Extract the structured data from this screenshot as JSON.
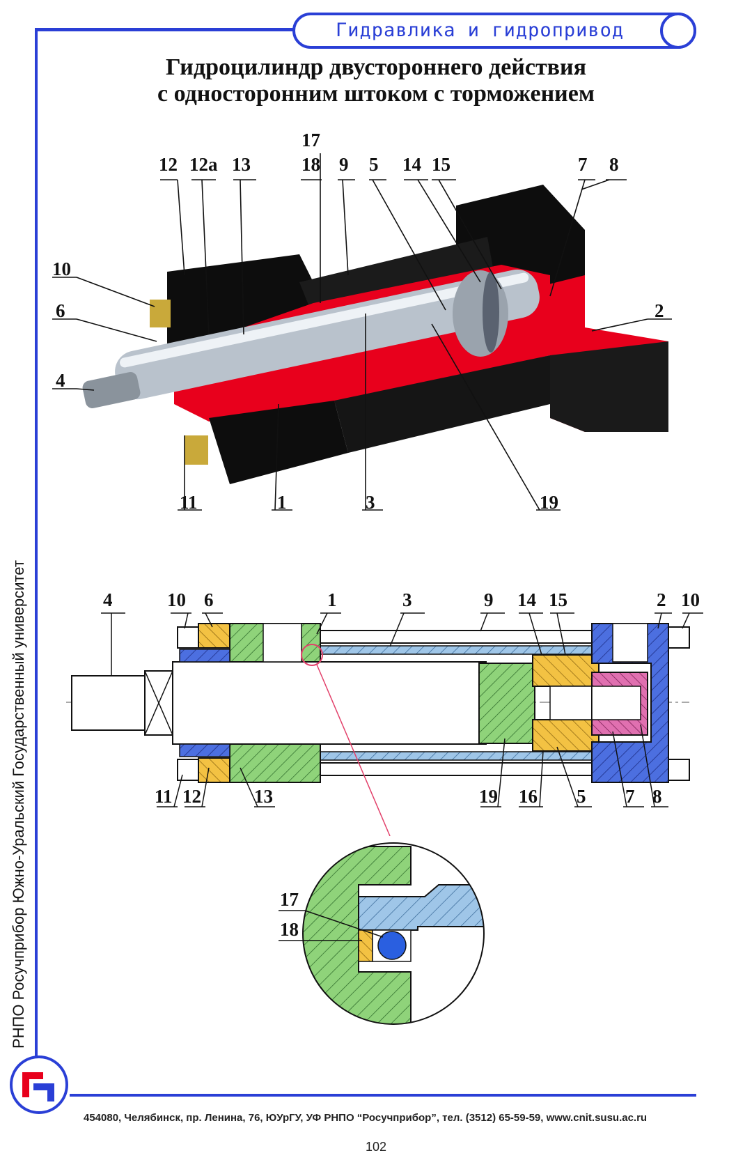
{
  "header": {
    "label": "Гидравлика и гидропривод"
  },
  "title": {
    "line1": "Гидроцилиндр двустороннего действия",
    "line2": "с односторонним штоком с торможением"
  },
  "side_text": "РНПО Росучприбор   Южно-Уральский Государственный университет",
  "footer": {
    "address": "454080, Челябинск, пр. Ленина, 76, ЮУрГУ, УФ РНПО “Росучприбор”, тел. (3512) 65-59-59, www.cnit.susu.ac.ru"
  },
  "page_number": "102",
  "colors": {
    "accent": "#2a3fd6",
    "red": "#e8001c",
    "green": "#8fd37a",
    "yellow": "#f3c243",
    "blue": "#4c6fe0",
    "lightblue": "#9fc6e8",
    "pink": "#e070b0"
  },
  "top_labels": {
    "l17": "17",
    "l18": "18",
    "l12": "12",
    "l12a": "12а",
    "l13": "13",
    "l9": "9",
    "l5": "5",
    "l14": "14",
    "l15": "15",
    "l7": "7",
    "l8": "8",
    "l10": "10",
    "l6": "6",
    "l4": "4",
    "l2": "2",
    "l11": "11",
    "l1": "1",
    "l3": "3",
    "l19": "19"
  },
  "section_labels": {
    "s4": "4",
    "s10a": "10",
    "s6": "6",
    "s1": "1",
    "s3": "3",
    "s9": "9",
    "s14": "14",
    "s15": "15",
    "s2": "2",
    "s10b": "10",
    "s11": "11",
    "s12": "12",
    "s13": "13",
    "s19": "19",
    "s16": "16",
    "s5": "5",
    "s7": "7",
    "s8": "8"
  },
  "detail_labels": {
    "d17": "17",
    "d18": "18"
  }
}
